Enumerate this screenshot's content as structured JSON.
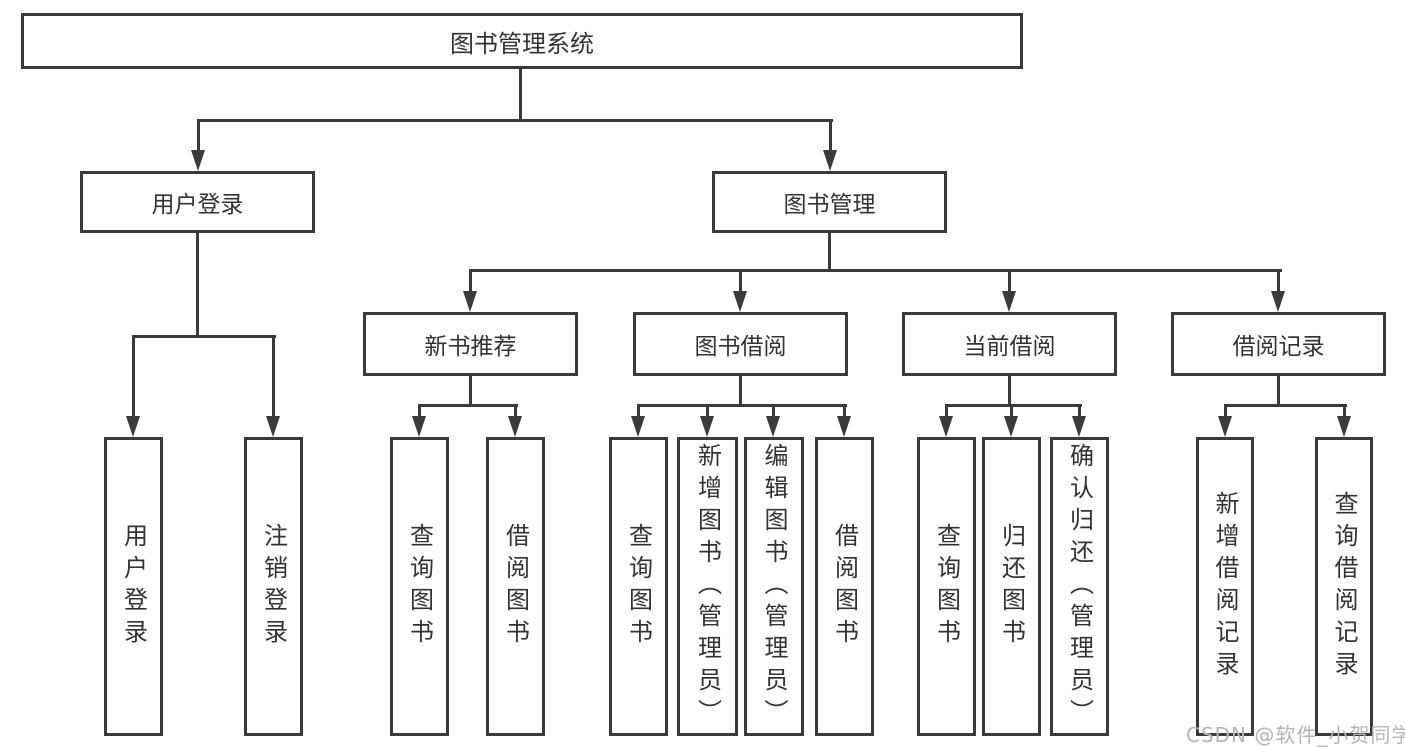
{
  "colors": {
    "line": "#3a3a3a",
    "text": "#333333",
    "background": "#ffffff",
    "watermark": "#b5b5b5"
  },
  "tree": {
    "root": {
      "label": "图书管理系统"
    },
    "level2": [
      {
        "label": "用户登录"
      },
      {
        "label": "图书管理"
      }
    ],
    "level3": [
      {
        "label": "新书推荐"
      },
      {
        "label": "图书借阅"
      },
      {
        "label": "当前借阅"
      },
      {
        "label": "借阅记录"
      }
    ],
    "leaves": [
      {
        "label": "用户登录"
      },
      {
        "label": "注销登录"
      },
      {
        "label": "查询图书"
      },
      {
        "label": "借阅图书"
      },
      {
        "label": "查询图书"
      },
      {
        "label": "新增图书（管理员）"
      },
      {
        "label": "编辑图书（管理员）"
      },
      {
        "label": "借阅图书"
      },
      {
        "label": "查询图书"
      },
      {
        "label": "归还图书"
      },
      {
        "label": "确认归还（管理员）"
      },
      {
        "label": "新增借阅记录"
      },
      {
        "label": "查询借阅记录"
      }
    ]
  },
  "watermark": {
    "text": "CSDN @软件_小贺同学"
  }
}
